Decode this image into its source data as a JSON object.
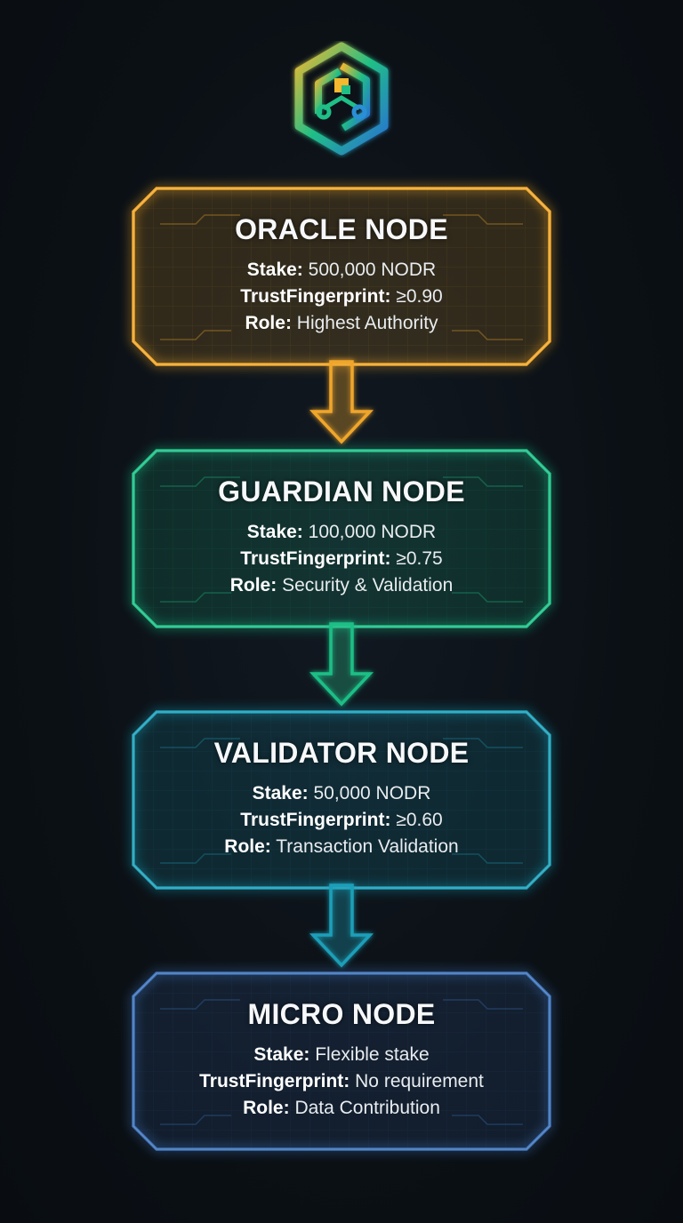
{
  "diagram": {
    "tiers": [
      {
        "title": "ORACLE NODE",
        "stake_label": "Stake:",
        "stake_value": "500,000 NODR",
        "trust_label": "TrustFingerprint:",
        "trust_value": "≥0.90",
        "role_label": "Role:",
        "role_value": "Highest Authority",
        "color": "#f0a62a"
      },
      {
        "title": "GUARDIAN NODE",
        "stake_label": "Stake:",
        "stake_value": "100,000 NODR",
        "trust_label": "TrustFingerprint:",
        "trust_value": "≥0.75",
        "role_label": "Role:",
        "role_value": "Security & Validation",
        "color": "#1fbf86"
      },
      {
        "title": "VALIDATOR NODE",
        "stake_label": "Stake:",
        "stake_value": "50,000 NODR",
        "trust_label": "TrustFingerprint:",
        "trust_value": "≥0.60",
        "role_label": "Role:",
        "role_value": "Transaction Validation",
        "color": "#1d9fb8"
      },
      {
        "title": "MICRO NODE",
        "stake_label": "Stake:",
        "stake_value": "Flexible stake",
        "trust_label": "TrustFingerprint:",
        "trust_value": "No requirement",
        "role_label": "Role:",
        "role_value": "Data Contribution",
        "color": "#3d72b8"
      }
    ],
    "arrows": [
      {
        "from": "ORACLE NODE",
        "to": "GUARDIAN NODE",
        "color": "#f0a62a"
      },
      {
        "from": "GUARDIAN NODE",
        "to": "VALIDATOR NODE",
        "color": "#1fbf86"
      },
      {
        "from": "VALIDATOR NODE",
        "to": "MICRO NODE",
        "color": "#1d9fb8"
      }
    ],
    "logo": {
      "icon": "hexagon-circuit-logo-icon",
      "colors": [
        "#f5b82e",
        "#1fbf86",
        "#2a8fd6"
      ]
    }
  }
}
